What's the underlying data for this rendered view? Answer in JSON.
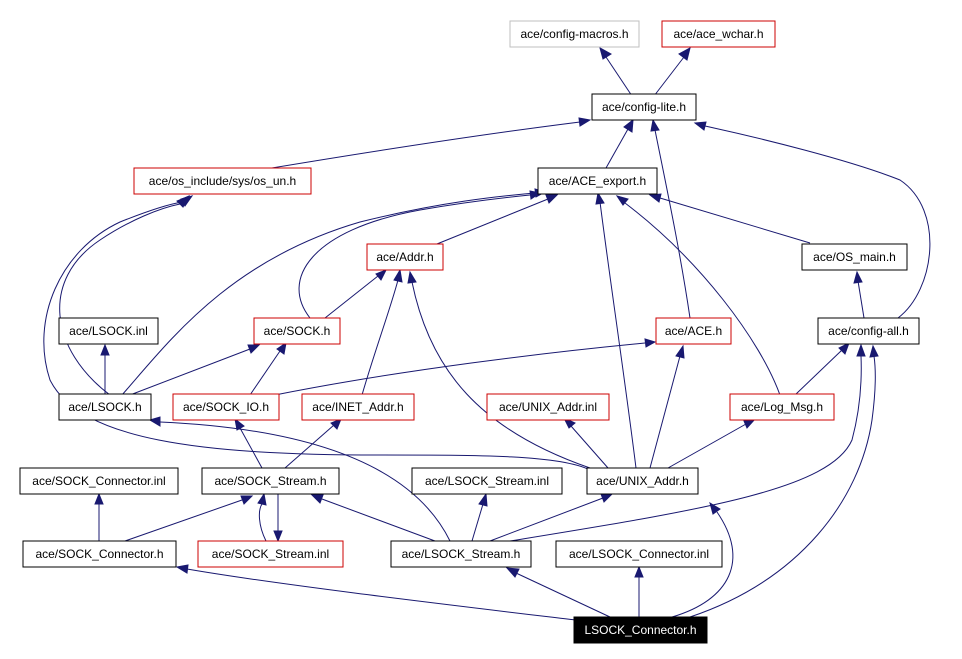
{
  "colors": {
    "edge": "#191970",
    "black_border": "#000000",
    "red_border": "#cc0000",
    "gray_border": "#bfbfbf",
    "root_fill": "#000000",
    "root_text": "#ffffff"
  },
  "nodes": {
    "config_macros": {
      "label": "ace/config-macros.h",
      "border": "gray"
    },
    "ace_wchar": {
      "label": "ace/ace_wchar.h",
      "border": "red"
    },
    "config_lite": {
      "label": "ace/config-lite.h",
      "border": "black"
    },
    "os_un": {
      "label": "ace/os_include/sys/os_un.h",
      "border": "red"
    },
    "ace_export": {
      "label": "ace/ACE_export.h",
      "border": "black"
    },
    "addr": {
      "label": "ace/Addr.h",
      "border": "red"
    },
    "os_main": {
      "label": "ace/OS_main.h",
      "border": "black"
    },
    "lsock_inl": {
      "label": "ace/LSOCK.inl",
      "border": "black"
    },
    "sock": {
      "label": "ace/SOCK.h",
      "border": "red"
    },
    "ace_h": {
      "label": "ace/ACE.h",
      "border": "red"
    },
    "config_all": {
      "label": "ace/config-all.h",
      "border": "black"
    },
    "lsock": {
      "label": "ace/LSOCK.h",
      "border": "black"
    },
    "sock_io": {
      "label": "ace/SOCK_IO.h",
      "border": "red"
    },
    "inet_addr": {
      "label": "ace/INET_Addr.h",
      "border": "red"
    },
    "unix_addr_inl": {
      "label": "ace/UNIX_Addr.inl",
      "border": "red"
    },
    "log_msg": {
      "label": "ace/Log_Msg.h",
      "border": "red"
    },
    "sock_connector_inl": {
      "label": "ace/SOCK_Connector.inl",
      "border": "black"
    },
    "sock_stream": {
      "label": "ace/SOCK_Stream.h",
      "border": "black"
    },
    "lsock_stream_inl": {
      "label": "ace/LSOCK_Stream.inl",
      "border": "black"
    },
    "unix_addr": {
      "label": "ace/UNIX_Addr.h",
      "border": "black"
    },
    "sock_connector": {
      "label": "ace/SOCK_Connector.h",
      "border": "black"
    },
    "sock_stream_inl": {
      "label": "ace/SOCK_Stream.inl",
      "border": "red"
    },
    "lsock_stream": {
      "label": "ace/LSOCK_Stream.h",
      "border": "black"
    },
    "lsock_connector_inl": {
      "label": "ace/LSOCK_Connector.inl",
      "border": "black"
    },
    "root": {
      "label": "LSOCK_Connector.h",
      "border": "root"
    }
  }
}
